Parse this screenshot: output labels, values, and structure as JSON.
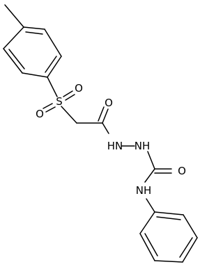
{
  "diagram": {
    "type": "chemical-structure",
    "atom_labels": {
      "sulfur": "S",
      "sulfonyl_oxygen_left": "O",
      "sulfonyl_oxygen_right": "O",
      "amide_oxygen": "O",
      "hydrazide_nh_1": "HN",
      "hydrazide_nh_2": "NH",
      "urea_oxygen": "O",
      "anilide_nh": "NH"
    }
  }
}
